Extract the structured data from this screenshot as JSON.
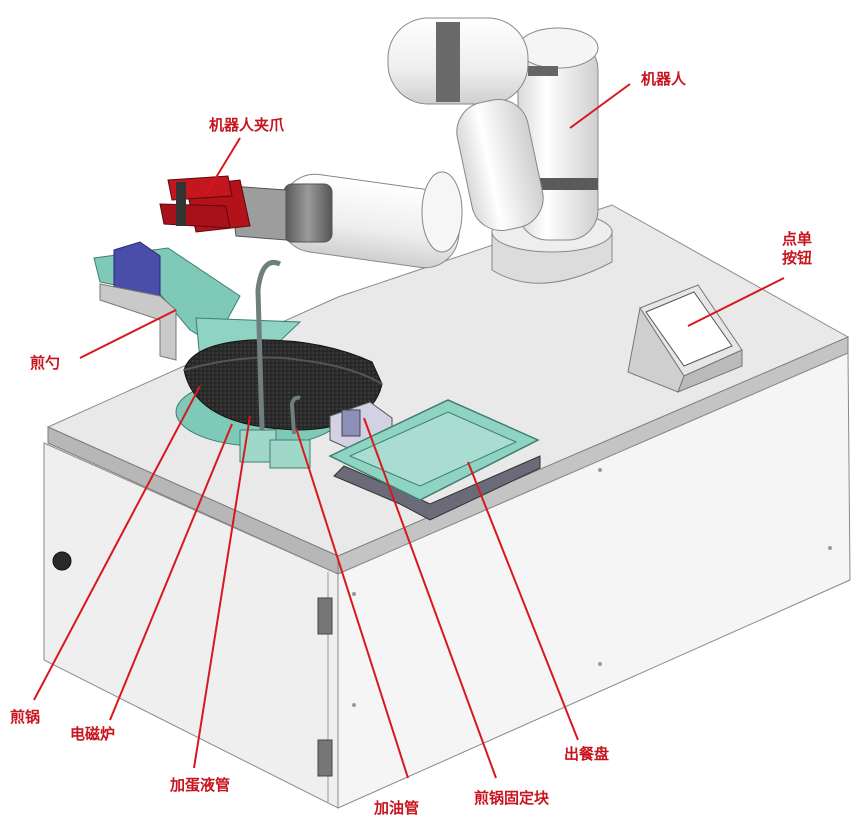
{
  "diagram": {
    "labels": {
      "robot": "机器人",
      "gripper": "机器人夹爪",
      "button_line1": "点单",
      "button_line2": "按钮",
      "spatula": "煎勺",
      "pan": "煎锅",
      "induction": "电磁炉",
      "egg_tube": "加蛋液管",
      "oil_tube": "加油管",
      "pan_block": "煎锅固定块",
      "tray": "出餐盘"
    },
    "colors": {
      "leader": "#d7191f",
      "label": "#c8141e",
      "cabinet_front": "#eeeeee",
      "cabinet_side": "#f4f4f4",
      "top_surface": "#e9e9e9",
      "counter_edge": "#b9b9b9",
      "robot_body": "#f2f2f2",
      "gripper_red": "#b3121b",
      "teal": "#7fc9b8",
      "pan_dark": "#2a2a2a",
      "navy_bracket": "#4b4ea8"
    }
  }
}
